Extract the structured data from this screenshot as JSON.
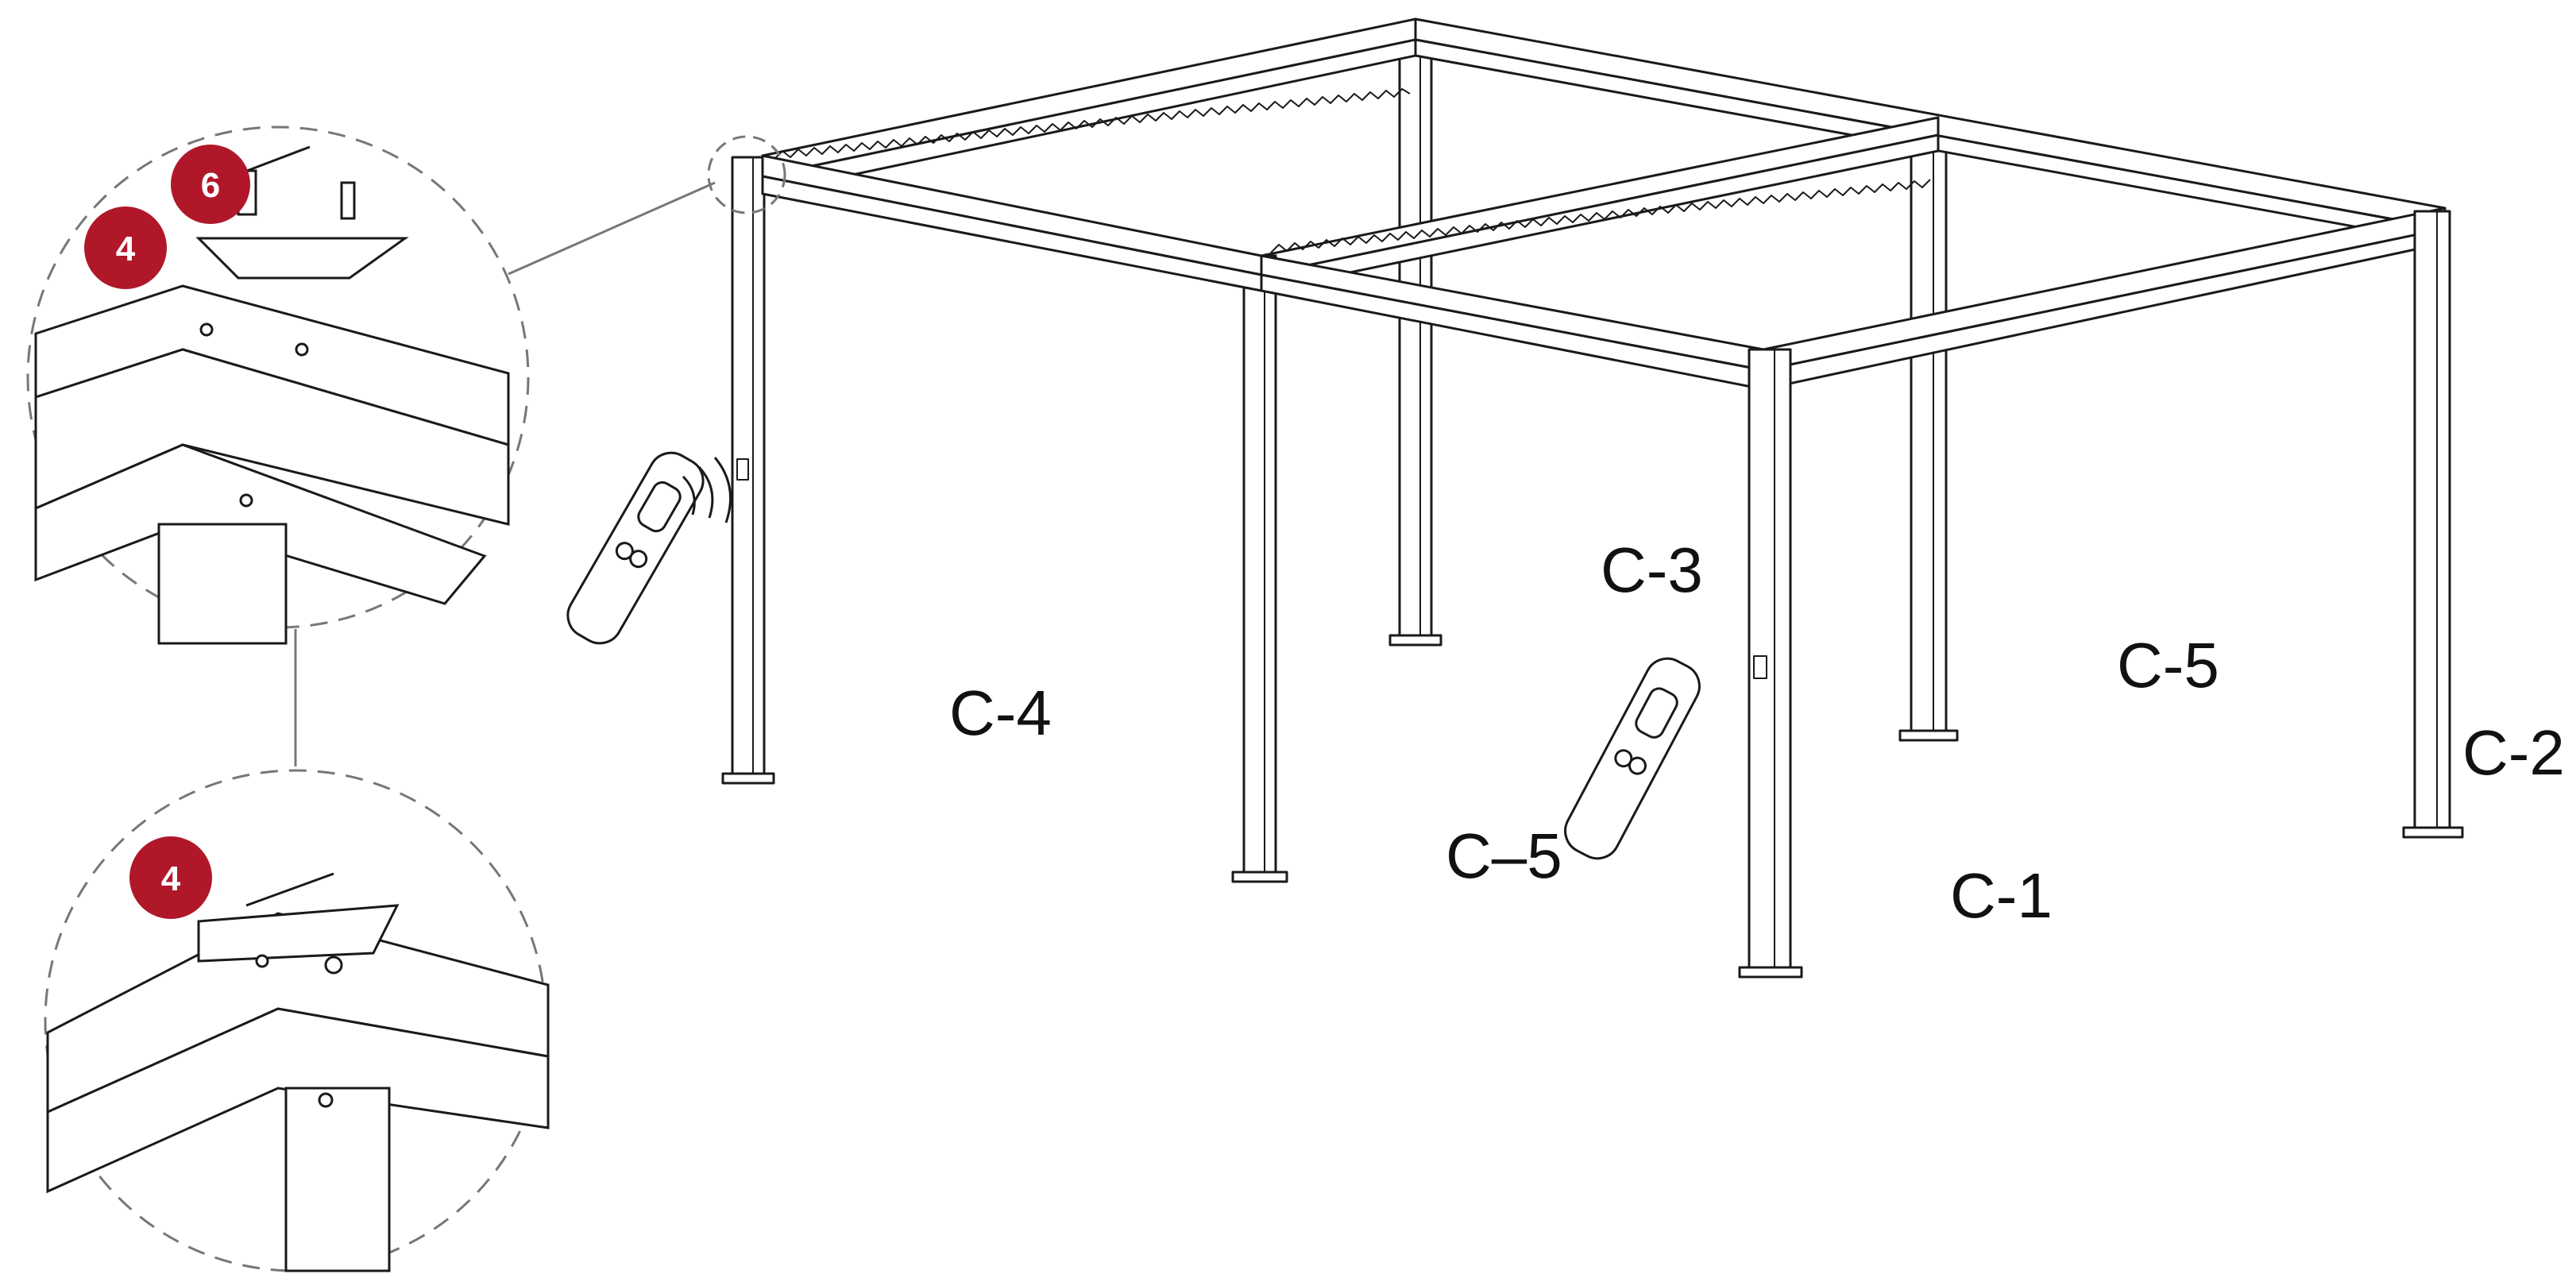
{
  "diagram": {
    "labels": {
      "c4": "C-4",
      "c3": "C-3",
      "c5_right": "C-5",
      "c2": "C-2",
      "c5_remote": "C–5",
      "c1": "C-1"
    },
    "badges": {
      "top_six": "6",
      "top_four": "4",
      "bottom_four": "4"
    },
    "colors": {
      "badge": "#b0182a",
      "line": "#1a1a1a",
      "callout_ring": "#777777"
    }
  }
}
